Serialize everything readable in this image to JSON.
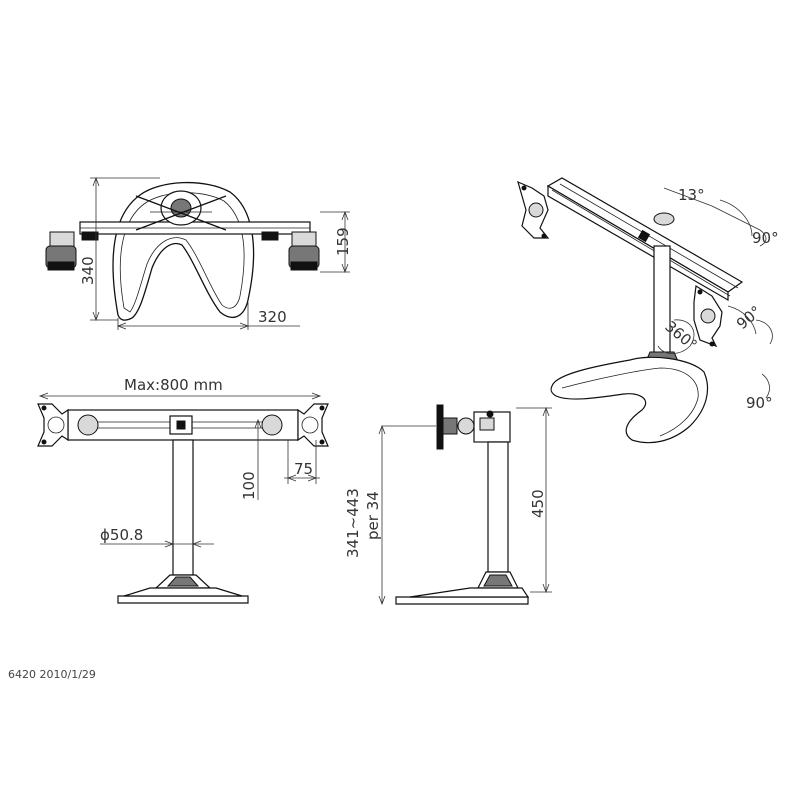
{
  "top_view": {
    "dim_height": "340",
    "dim_width": "320",
    "dim_right_height": "159"
  },
  "front_view": {
    "dim_span": "Max:800  mm",
    "dim_arm_height": "100",
    "dim_plate": "75",
    "dim_pole": "ϕ50.8"
  },
  "side_view": {
    "dim_total": "450",
    "dim_range": "341~443",
    "dim_step": "per 34"
  },
  "iso_view": {
    "tilt_up": "13°",
    "tilt_a": "90°",
    "rotate_b": "90°",
    "swivel": "360°",
    "rotate_c": "90°"
  },
  "footer": {
    "model_date": "6420  2010/1/29"
  }
}
